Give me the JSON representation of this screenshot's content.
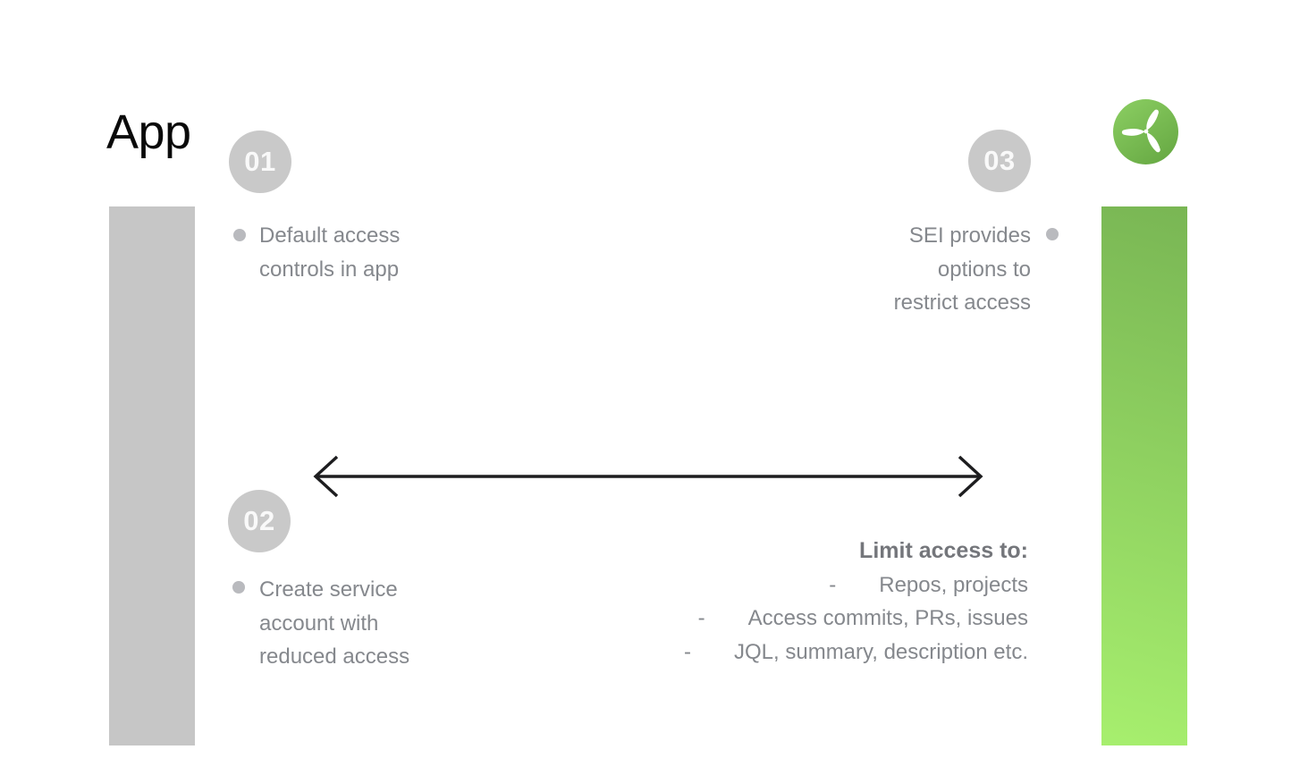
{
  "title": "App",
  "logo": {
    "icon": "propeller-icon"
  },
  "steps": [
    {
      "number": "01",
      "lines": [
        "Default access",
        "controls in app"
      ]
    },
    {
      "number": "02",
      "lines": [
        "Create service",
        "account with",
        "reduced access"
      ]
    },
    {
      "number": "03",
      "lines": [
        "SEI provides",
        "options to",
        "restrict access"
      ]
    }
  ],
  "limit": {
    "heading": "Limit access to:",
    "dash": "-",
    "items": [
      "Repos, projects",
      "Access commits, PRs, issues",
      "JQL, summary, description etc."
    ]
  },
  "colors": {
    "bar_gray": "#c6c6c6",
    "circle_gray": "#c9c9c9",
    "green_top": "#79b654",
    "green_bottom": "#a7ef6e",
    "logo_green_light": "#8ccf63",
    "logo_green_dark": "#69ab45",
    "text_gray": "#85888d",
    "text_dark_gray": "#74767b",
    "bullet_gray": "#b9babe",
    "arrow_black": "#1d1d1f",
    "title_black": "#0a0a0a"
  }
}
